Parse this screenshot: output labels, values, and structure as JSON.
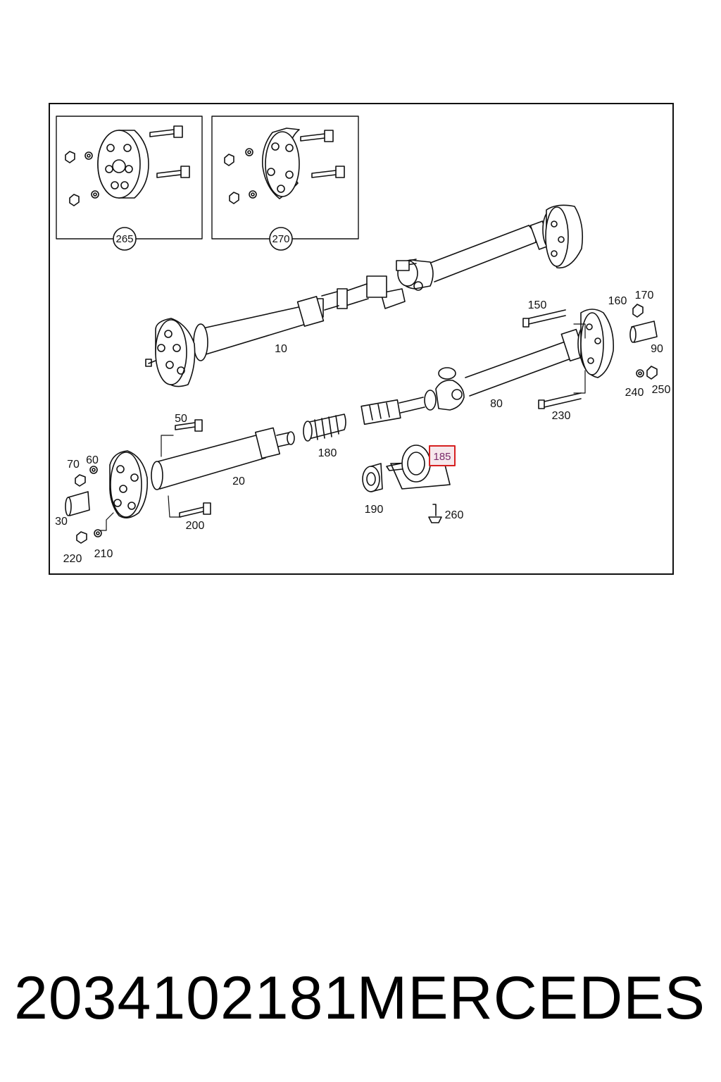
{
  "diagram": {
    "kits": [
      {
        "id": "kit-265",
        "label": "265"
      },
      {
        "id": "kit-270",
        "label": "270"
      }
    ],
    "callouts": {
      "c10": "10",
      "c20": "20",
      "c30": "30",
      "c50": "50",
      "c60": "60",
      "c70": "70",
      "c80": "80",
      "c90": "90",
      "c150": "150",
      "c160": "160",
      "c170": "170",
      "c180": "180",
      "c185": "185",
      "c190": "190",
      "c200": "200",
      "c210": "210",
      "c220": "220",
      "c230": "230",
      "c240": "240",
      "c250": "250",
      "c260": "260"
    },
    "highlight_color": "#d62020"
  },
  "footer": {
    "part_number": "2034102181",
    "brand": "MERCEDES"
  }
}
